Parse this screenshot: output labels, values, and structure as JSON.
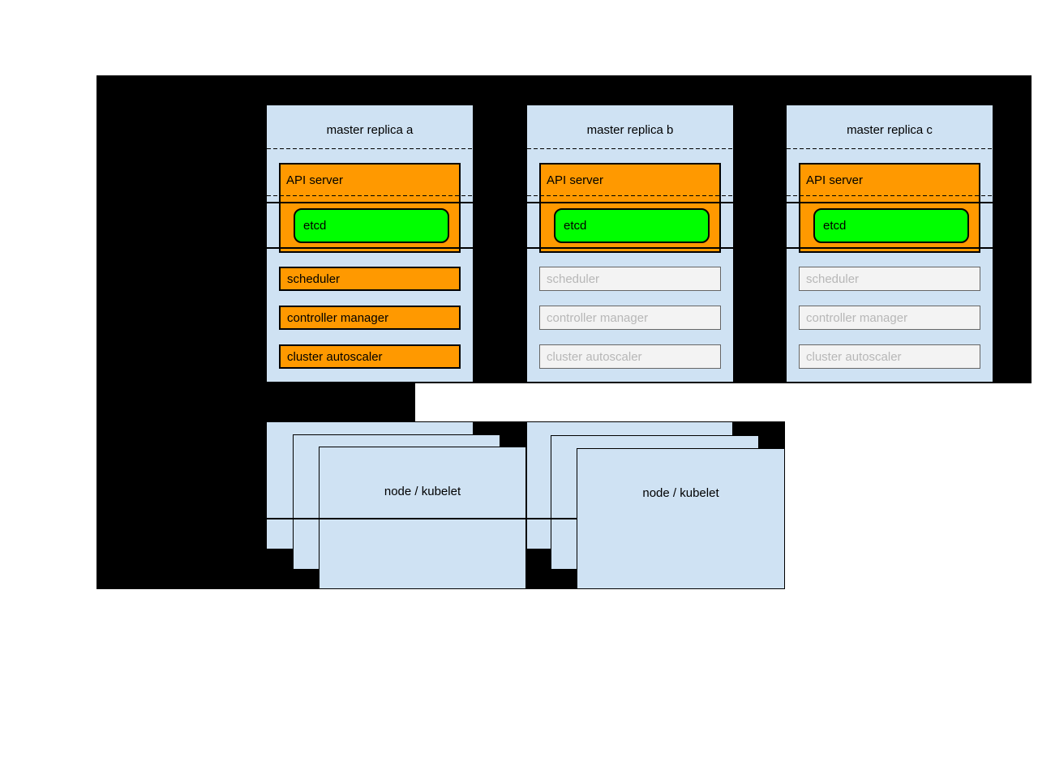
{
  "masters": [
    {
      "title": "master replica a",
      "api_server_label": "API server",
      "etcd_label": "etcd",
      "components": [
        "scheduler",
        "controller manager",
        "cluster autoscaler"
      ],
      "components_state": "active"
    },
    {
      "title": "master replica b",
      "api_server_label": "API server",
      "etcd_label": "etcd",
      "components": [
        "scheduler",
        "controller manager",
        "cluster autoscaler"
      ],
      "components_state": "inactive"
    },
    {
      "title": "master replica c",
      "api_server_label": "API server",
      "etcd_label": "etcd",
      "components": [
        "scheduler",
        "controller manager",
        "cluster autoscaler"
      ],
      "components_state": "inactive"
    }
  ],
  "node_stacks": [
    {
      "label": "node / kubelet"
    },
    {
      "label": "node / kubelet"
    }
  ],
  "colors": {
    "canvas_background": "#000000",
    "box_fill_blue": "#cfe2f3",
    "active_fill_orange": "#ff9900",
    "etcd_fill_green": "#00ff00",
    "inactive_fill": "#f3f3f3",
    "inactive_text": "#b7b7b7",
    "inactive_border": "#666666",
    "line_color": "#000000"
  }
}
